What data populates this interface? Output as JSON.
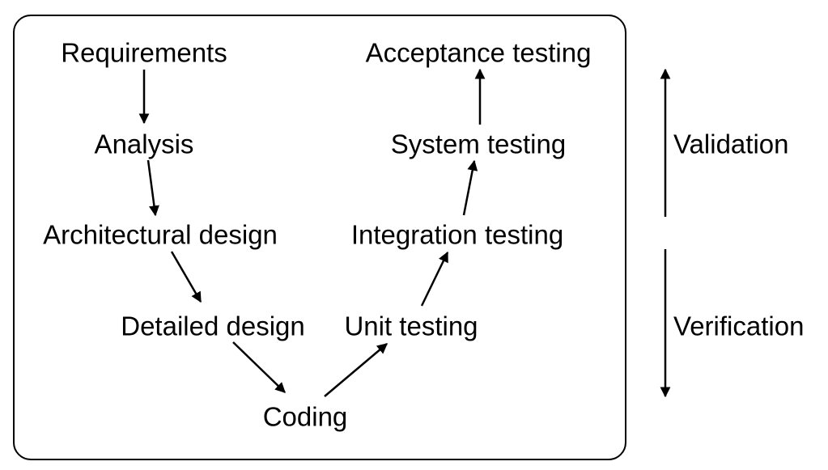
{
  "stages": {
    "requirements": "Requirements",
    "analysis": "Analysis",
    "architectural_design": "Architectural design",
    "detailed_design": "Detailed design",
    "coding": "Coding",
    "unit_testing": "Unit testing",
    "integration_testing": "Integration testing",
    "system_testing": "System testing",
    "acceptance_testing": "Acceptance testing"
  },
  "side_labels": {
    "validation": "Validation",
    "verification": "Verification"
  }
}
